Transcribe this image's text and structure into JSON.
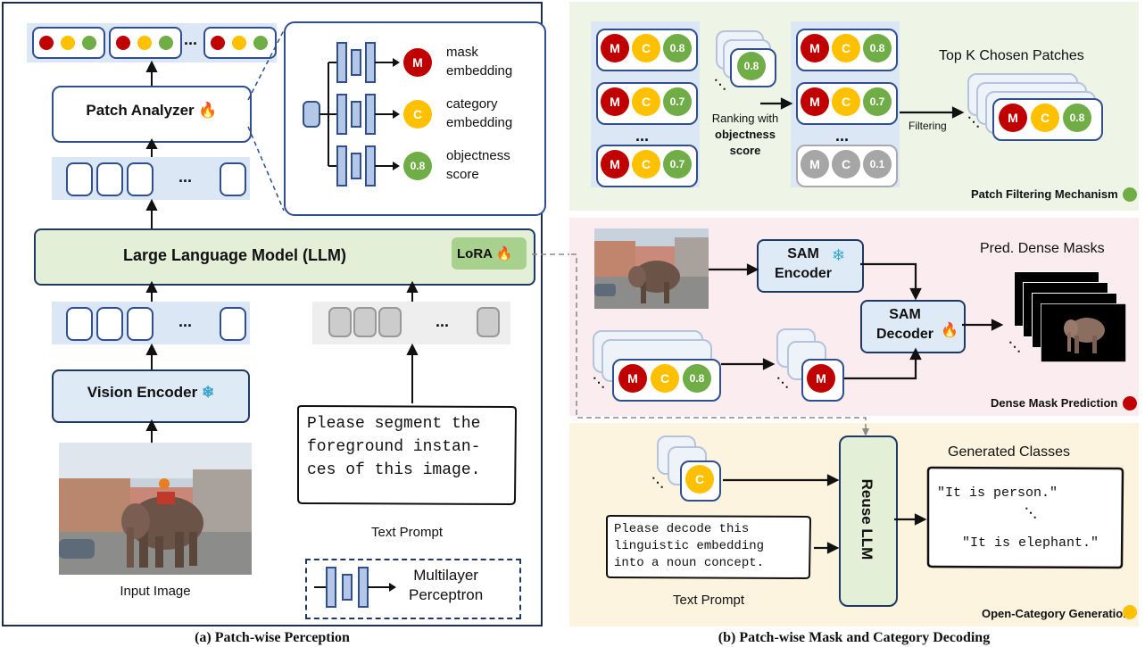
{
  "left": {
    "caption": "(a) Patch-wise Perception",
    "patch_analyzer": "Patch Analyzer",
    "llm": "Large Language Model (LLM)",
    "lora": "LoRA",
    "vision_encoder": "Vision Encoder",
    "input_image": "Input Image",
    "text_prompt": "Text Prompt",
    "prompt_lines": [
      "Please segment the",
      "foreground instan-",
      "ces of this image."
    ],
    "ellipsis": "...",
    "mlp_legend": [
      "Multilayer",
      "Perceptron"
    ],
    "heads": [
      {
        "token": "M",
        "lines": [
          "mask",
          "embedding"
        ]
      },
      {
        "token": "C",
        "lines": [
          "category",
          "embedding"
        ]
      },
      {
        "token": "0.8",
        "lines": [
          "objectness",
          "score"
        ]
      }
    ]
  },
  "right": {
    "caption": "(b) Patch-wise Mask and Category Decoding",
    "filtering": {
      "title": "Patch Filtering Mechanism",
      "ranking": [
        "Ranking with",
        "objectness",
        "score"
      ],
      "filtering_label": "Filtering",
      "topk": "Top K Chosen Patches",
      "scores_in": [
        "0.8",
        "0.7",
        "0.7"
      ],
      "scores_out": [
        "0.8",
        "0.7",
        "0.1"
      ],
      "score_top": "0.8",
      "ellipsis": "..."
    },
    "mask": {
      "title": "Dense Mask Prediction",
      "sam_encoder": [
        "SAM",
        "Encoder"
      ],
      "sam_decoder": [
        "SAM",
        "Decoder"
      ],
      "pred": "Pred. Dense Masks",
      "score": "0.8"
    },
    "category": {
      "title": "Open-Category Generation",
      "reuse": "Reuse LLM",
      "generated": "Generated Classes",
      "class1": "\"It is person.\"",
      "class2": "\"It is elephant.\"",
      "prompt_lines": [
        "Please decode this",
        "linguistic embedding",
        "into a noun concept."
      ],
      "text_prompt": "Text Prompt"
    },
    "tokens": {
      "M": "M",
      "C": "C"
    }
  },
  "colors": {
    "red": "#c00000",
    "yellow": "#ffc000",
    "green": "#70ad47",
    "navy": "#1f3864"
  }
}
